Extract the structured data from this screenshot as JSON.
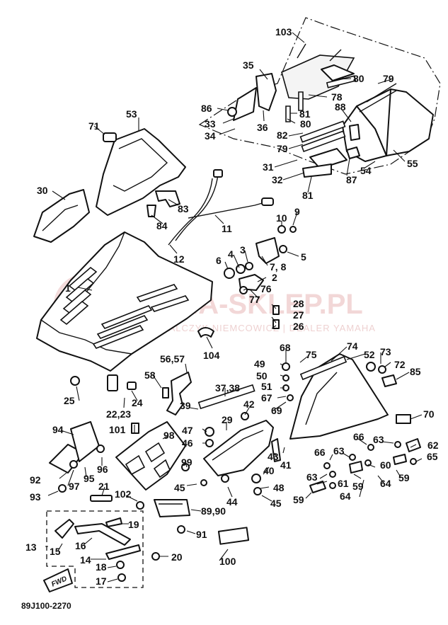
{
  "diagram_code": "89J100-2270",
  "fwd_label": "FWD",
  "watermark": {
    "title": "YAMA-SKLEP.PL",
    "subtitle": "KOWALCZYK NIEMCOWICZ | DEALER YAMAHA"
  },
  "callouts": [
    {
      "key": "c103",
      "text": "103"
    },
    {
      "key": "c35",
      "text": "35"
    },
    {
      "key": "c80a",
      "text": "80"
    },
    {
      "key": "c79a",
      "text": "79"
    },
    {
      "key": "c86",
      "text": "86"
    },
    {
      "key": "c78",
      "text": "78"
    },
    {
      "key": "c88",
      "text": "88"
    },
    {
      "key": "c33",
      "text": "33"
    },
    {
      "key": "c36",
      "text": "36"
    },
    {
      "key": "c81a",
      "text": "81"
    },
    {
      "key": "c34",
      "text": "34"
    },
    {
      "key": "c80b",
      "text": "80"
    },
    {
      "key": "c82",
      "text": "82"
    },
    {
      "key": "c79b",
      "text": "79"
    },
    {
      "key": "c31",
      "text": "31"
    },
    {
      "key": "c32",
      "text": "32"
    },
    {
      "key": "c54",
      "text": "54"
    },
    {
      "key": "c55",
      "text": "55"
    },
    {
      "key": "c87",
      "text": "87"
    },
    {
      "key": "c81b",
      "text": "81"
    },
    {
      "key": "c53",
      "text": "53"
    },
    {
      "key": "c71",
      "text": "71"
    },
    {
      "key": "c30",
      "text": "30"
    },
    {
      "key": "c83",
      "text": "83"
    },
    {
      "key": "c84",
      "text": "84"
    },
    {
      "key": "c11",
      "text": "11"
    },
    {
      "key": "c12",
      "text": "12"
    },
    {
      "key": "c10",
      "text": "10"
    },
    {
      "key": "c9",
      "text": "9"
    },
    {
      "key": "c5",
      "text": "5"
    },
    {
      "key": "c6",
      "text": "6"
    },
    {
      "key": "c4",
      "text": "4"
    },
    {
      "key": "c3",
      "text": "3"
    },
    {
      "key": "c78b",
      "text": "7, 8"
    },
    {
      "key": "c2",
      "text": "2"
    },
    {
      "key": "c76",
      "text": "76"
    },
    {
      "key": "c77",
      "text": "77"
    },
    {
      "key": "c1",
      "text": "1"
    },
    {
      "key": "c28",
      "text": "28"
    },
    {
      "key": "c27",
      "text": "27"
    },
    {
      "key": "c26",
      "text": "26"
    },
    {
      "key": "c104",
      "text": "104"
    },
    {
      "key": "c68",
      "text": "68"
    },
    {
      "key": "c75",
      "text": "75"
    },
    {
      "key": "c74",
      "text": "74"
    },
    {
      "key": "c49",
      "text": "49"
    },
    {
      "key": "c52",
      "text": "52"
    },
    {
      "key": "c73",
      "text": "73"
    },
    {
      "key": "c72",
      "text": "72"
    },
    {
      "key": "c85",
      "text": "85"
    },
    {
      "key": "c50",
      "text": "50"
    },
    {
      "key": "c5657",
      "text": "56,57"
    },
    {
      "key": "c51",
      "text": "51"
    },
    {
      "key": "c58",
      "text": "58"
    },
    {
      "key": "c3738",
      "text": "37,38"
    },
    {
      "key": "c67",
      "text": "67"
    },
    {
      "key": "c69",
      "text": "69"
    },
    {
      "key": "c25",
      "text": "25"
    },
    {
      "key": "c2223",
      "text": "22,23"
    },
    {
      "key": "c24",
      "text": "24"
    },
    {
      "key": "c42",
      "text": "42"
    },
    {
      "key": "c39",
      "text": "39"
    },
    {
      "key": "c70",
      "text": "70"
    },
    {
      "key": "c94",
      "text": "94"
    },
    {
      "key": "c101",
      "text": "101"
    },
    {
      "key": "c29",
      "text": "29"
    },
    {
      "key": "c47",
      "text": "47"
    },
    {
      "key": "c98",
      "text": "98"
    },
    {
      "key": "c66a",
      "text": "66"
    },
    {
      "key": "c63a",
      "text": "63"
    },
    {
      "key": "c62",
      "text": "62"
    },
    {
      "key": "c46",
      "text": "46"
    },
    {
      "key": "c43",
      "text": "43"
    },
    {
      "key": "c66b",
      "text": "66"
    },
    {
      "key": "c63b",
      "text": "63"
    },
    {
      "key": "c65",
      "text": "65"
    },
    {
      "key": "c41",
      "text": "41"
    },
    {
      "key": "c60",
      "text": "60"
    },
    {
      "key": "c92",
      "text": "92"
    },
    {
      "key": "c97",
      "text": "97"
    },
    {
      "key": "c95",
      "text": "95"
    },
    {
      "key": "c96",
      "text": "96"
    },
    {
      "key": "c99",
      "text": "99"
    },
    {
      "key": "c40",
      "text": "40"
    },
    {
      "key": "c63c",
      "text": "63"
    },
    {
      "key": "c59a",
      "text": "59"
    },
    {
      "key": "c61",
      "text": "61"
    },
    {
      "key": "c64a",
      "text": "64"
    },
    {
      "key": "c48",
      "text": "48"
    },
    {
      "key": "c93",
      "text": "93"
    },
    {
      "key": "c21",
      "text": "21"
    },
    {
      "key": "c102",
      "text": "102"
    },
    {
      "key": "c45a",
      "text": "45"
    },
    {
      "key": "c44",
      "text": "44"
    },
    {
      "key": "c45b",
      "text": "45"
    },
    {
      "key": "c59b",
      "text": "59"
    },
    {
      "key": "c59c",
      "text": "59"
    },
    {
      "key": "c64b",
      "text": "64"
    },
    {
      "key": "c8990",
      "text": "89,90"
    },
    {
      "key": "c19",
      "text": "19"
    },
    {
      "key": "c13",
      "text": "13"
    },
    {
      "key": "c16",
      "text": "16"
    },
    {
      "key": "c15",
      "text": "15"
    },
    {
      "key": "c91",
      "text": "91"
    },
    {
      "key": "c14",
      "text": "14"
    },
    {
      "key": "c20",
      "text": "20"
    },
    {
      "key": "c18",
      "text": "18"
    },
    {
      "key": "c100",
      "text": "100"
    },
    {
      "key": "c17",
      "text": "17"
    }
  ]
}
